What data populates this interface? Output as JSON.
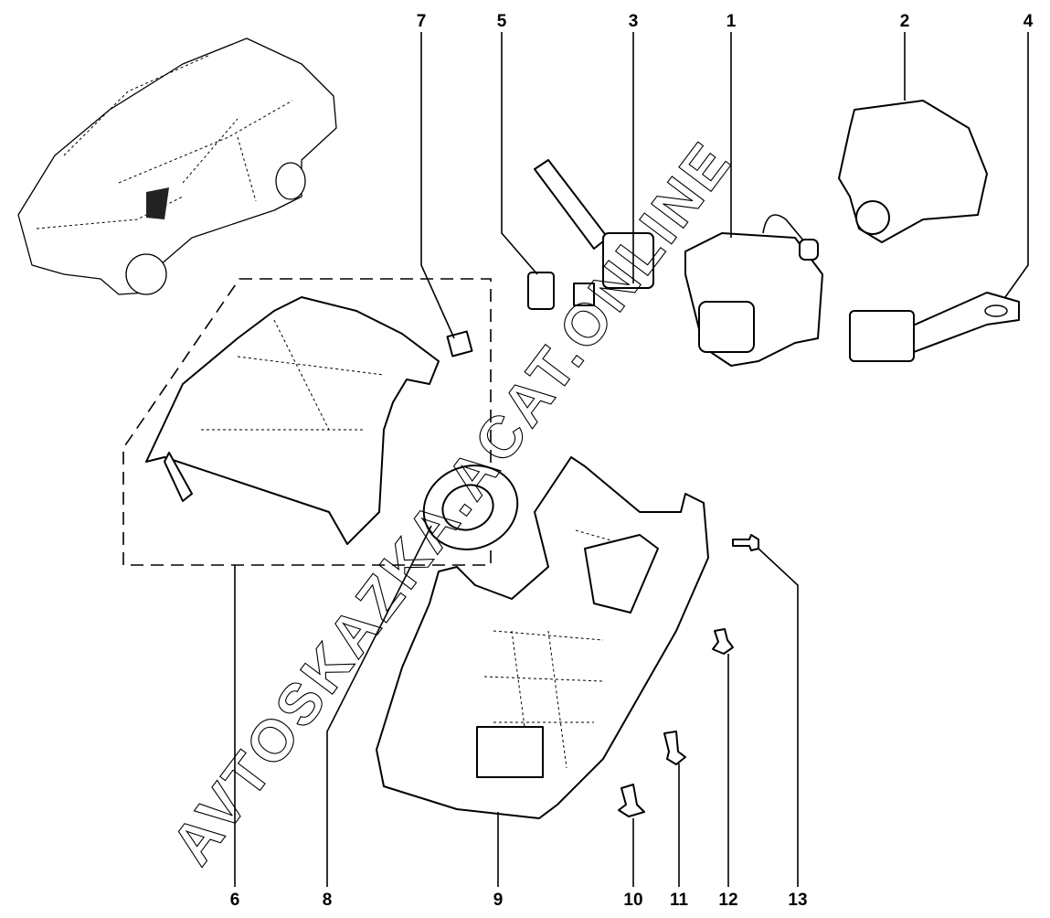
{
  "diagram": {
    "labels_top": [
      "7",
      "5",
      "3",
      "1",
      "2",
      "4"
    ],
    "labels_bottom": [
      "6",
      "8",
      "9",
      "10",
      "11",
      "12",
      "13"
    ],
    "watermark": "AVTOSKAZKA.ACAT.ONLINE",
    "colors": {
      "line": "#000000",
      "background": "#ffffff"
    }
  }
}
